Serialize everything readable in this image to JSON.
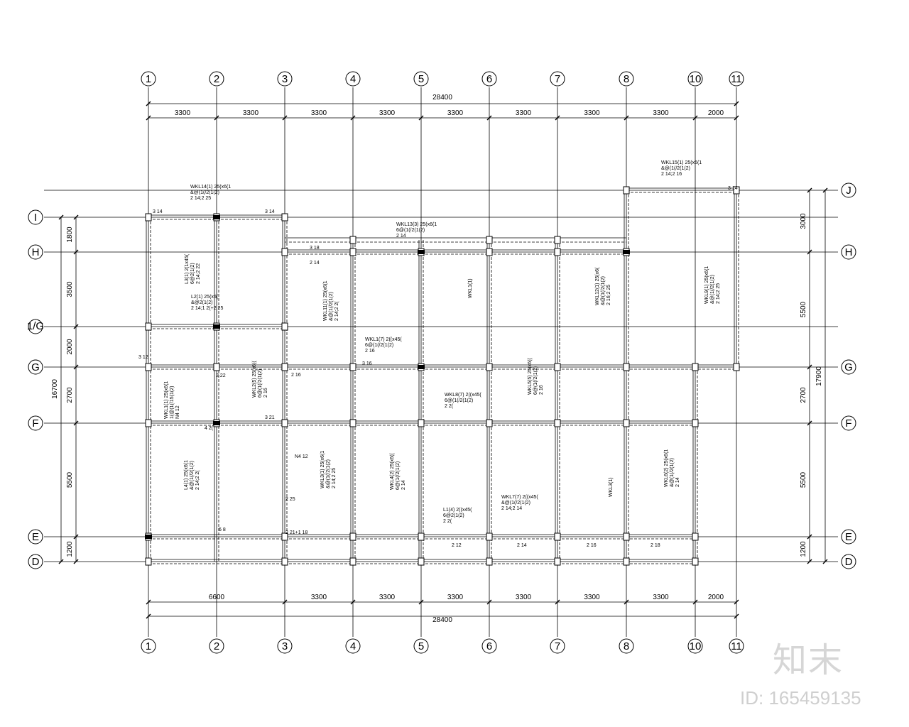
{
  "grid_x": [
    "1",
    "2",
    "3",
    "4",
    "5",
    "6",
    "7",
    "8",
    "10",
    "11"
  ],
  "grid_y": [
    "J",
    "I",
    "H",
    "1/G",
    "G",
    "F",
    "E",
    "D"
  ],
  "dims_top": [
    "3300",
    "3300",
    "3300",
    "3300",
    "3300",
    "3300",
    "3300",
    "3300",
    "2000"
  ],
  "dims_bottom": [
    "6600",
    "3300",
    "3300",
    "3300",
    "3300",
    "3300",
    "3300",
    "2000"
  ],
  "total_width": "28400",
  "dims_left": [
    "1800",
    "3500",
    "2000",
    "2700",
    "5500",
    "1200"
  ],
  "total_left": "16700",
  "dims_right": [
    "3000",
    "5500",
    "2700",
    "5500",
    "1200"
  ],
  "total_right": "17900",
  "beam_notes": [
    {
      "lines": [
        "WKL14(1) 25(x6(1",
        "&@(1(/2(1(2)",
        "2 14;2 25"
      ]
    },
    {
      "lines": [
        "WKL15(1) 25(x6(1",
        "&@(1(/2(1(2)",
        "2 14;2 16"
      ]
    },
    {
      "lines": [
        "WKL13(3) 25(x6(1",
        "6@(1(/2(1(2)",
        "2 14"
      ]
    },
    {
      "lines": [
        "L3(1) 2(1x45(",
        "6@2(1(2)",
        "2 14;2 22"
      ]
    },
    {
      "lines": [
        "L2(1) 25(x6(",
        "&@2(1(2)",
        "2 14;1 2(+2 25"
      ]
    },
    {
      "lines": [
        "WKL11(1) 25(x6(1",
        "&@(1(/2(1(2)",
        "2 14;2 2("
      ]
    },
    {
      "lines": [
        "WKL1(7) 2((x45(",
        "6@(1(/2(1(2)",
        "2 16"
      ]
    },
    {
      "lines": [
        "WKL2(5) 25(x6((",
        "6@(1(/2(1(2)",
        "2 16"
      ]
    },
    {
      "lines": [
        "WKL8(7) 2((x45(",
        "6@(1(/2(1(2)",
        "2 2("
      ]
    },
    {
      "lines": [
        "WKL5(5) 25(x6((",
        "6@(1(/2(1(2)",
        "2 16"
      ]
    },
    {
      "lines": [
        "WKL12(1) 25(x6(",
        "&@(1(/2(1(2)",
        "2 16;2 25"
      ]
    },
    {
      "lines": [
        "WKL9(1) 25(x6(1",
        "&@(1(/2(1(2)",
        "2 14;2 25"
      ]
    },
    {
      "lines": [
        "WKL1(1) 25(x6(1",
        "1(@(1(/15(1(2)",
        "N4 12"
      ]
    },
    {
      "lines": [
        "L4(1) 25(x6(1",
        "&@(1(/2(1(2)",
        "2 14;2 2("
      ]
    },
    {
      "lines": [
        "WKL3(1) 25(x6(1",
        "&@(1(/2(1(2)",
        "2 14;2 25"
      ]
    },
    {
      "lines": [
        "WKL4(2) 25(x6((",
        "6@(1(/2(1(2)",
        "2 14"
      ]
    },
    {
      "lines": [
        "L1(4) 2((x45(",
        "6@2(1(2)",
        "2 2("
      ]
    },
    {
      "lines": [
        "WKL7(7) 2((x45(",
        "&@(1(/2(1(2)",
        "2 14;2 14"
      ]
    },
    {
      "lines": [
        "WKL6(2) 25(x6(1",
        "&@(1(/2(1(2)",
        "2 14"
      ]
    },
    {
      "lines": [
        "WKL1(1)"
      ]
    },
    {
      "lines": [
        "WKL3(1)"
      ]
    }
  ],
  "rebar_labels": [
    "3 14",
    "3 14",
    "2 14",
    "3 18",
    "3 16",
    "2 16",
    "2 22",
    "3 21",
    "4 2(",
    "2 21+1 18",
    "6 8",
    "3 12",
    "2 25",
    "N4 12",
    "2 12",
    "2 14",
    "2 16",
    "2 18",
    "3 14"
  ],
  "watermark": {
    "logo": "知末",
    "id": "ID: 165459135"
  }
}
